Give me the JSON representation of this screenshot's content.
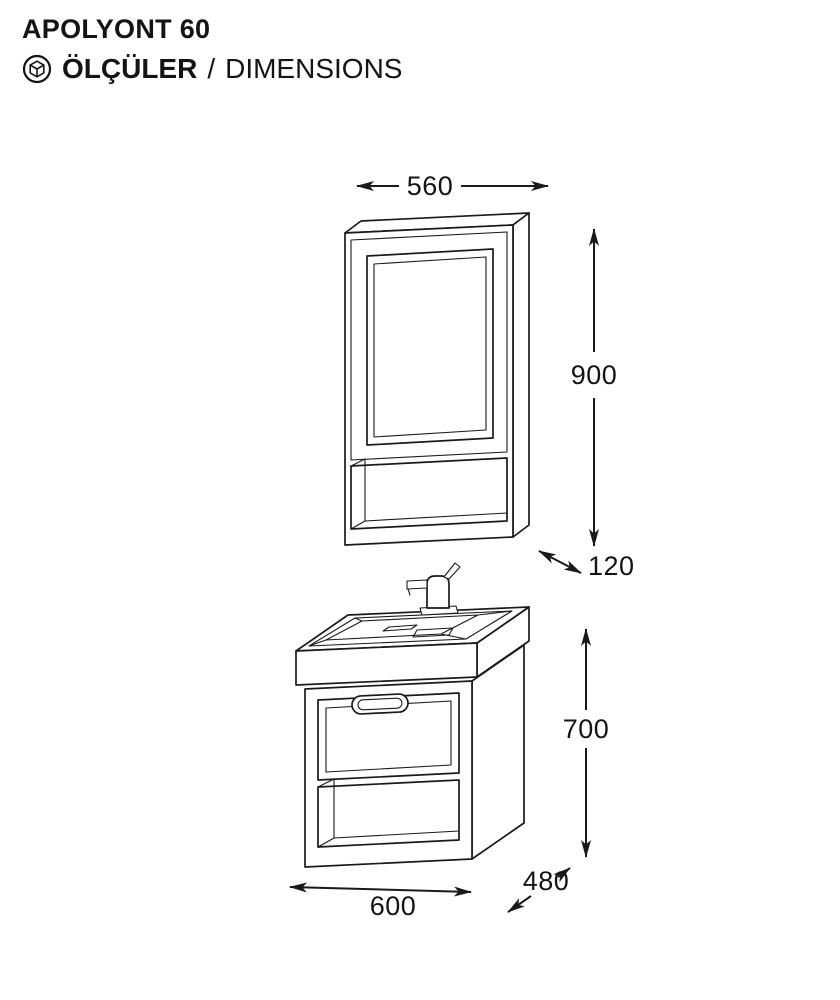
{
  "header": {
    "product_name": "APOLYONT 60",
    "section": {
      "title_tr": "ÖLÇÜLER",
      "separator": "/",
      "title_en": "DIMENSIONS"
    },
    "icon": "dimensions-cube-icon"
  },
  "diagram": {
    "mirror_cabinet": {
      "width": "560",
      "height": "900",
      "depth": "120"
    },
    "vanity_unit": {
      "width": "600",
      "height": "700",
      "depth": "480"
    }
  },
  "colors": {
    "line": "#1a1a1a",
    "background": "#ffffff"
  }
}
